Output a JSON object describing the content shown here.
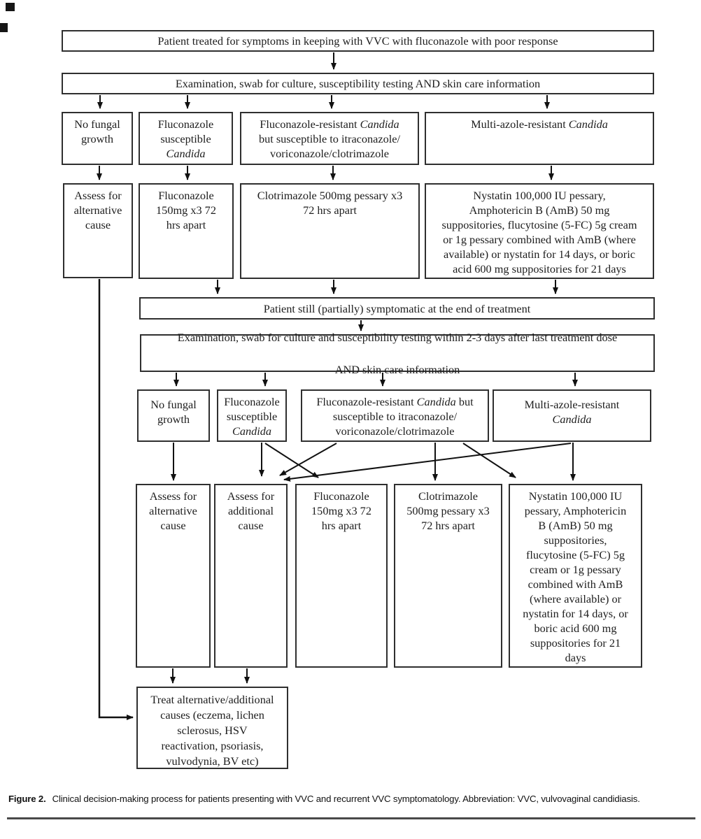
{
  "figure": {
    "type": "flowchart",
    "colors": {
      "background": "#ffffff",
      "box_border": "#2f2f2f",
      "text": "#1d1d1d",
      "arrow": "#111111",
      "bottom_rule": "#4a4a4a"
    },
    "nodes": {
      "start": {
        "lines": [
          [
            {
              "t": "Patient treated for symptoms in keeping with VVC with fluconazole with poor response"
            }
          ]
        ]
      },
      "exam1": {
        "lines": [
          [
            {
              "t": "Examination, swab for culture, susceptibility testing AND skin care information"
            }
          ]
        ]
      },
      "c1": {
        "lines": [
          [
            {
              "t": "No fungal"
            }
          ],
          [
            {
              "t": "growth"
            }
          ]
        ]
      },
      "c2": {
        "lines": [
          [
            {
              "t": "Fluconazole"
            }
          ],
          [
            {
              "t": "susceptible"
            }
          ],
          [
            {
              "t": "Candida",
              "i": true
            }
          ]
        ]
      },
      "c3": {
        "lines": [
          [
            {
              "t": "Fluconazole-resistant "
            },
            {
              "t": "Candida",
              "i": true
            }
          ],
          [
            {
              "t": "but susceptible to itraconazole/"
            }
          ],
          [
            {
              "t": "voriconazole/clotrimazole"
            }
          ]
        ]
      },
      "c4": {
        "lines": [
          [
            {
              "t": "Multi-azole-resistant "
            },
            {
              "t": "Candida",
              "i": true
            }
          ]
        ]
      },
      "d1": {
        "lines": [
          [
            {
              "t": "Assess for"
            }
          ],
          [
            {
              "t": "alternative"
            }
          ],
          [
            {
              "t": "cause"
            }
          ]
        ]
      },
      "d2": {
        "lines": [
          [
            {
              "t": "Fluconazole"
            }
          ],
          [
            {
              "t": "150mg x3 72"
            }
          ],
          [
            {
              "t": "hrs apart"
            }
          ]
        ]
      },
      "d3": {
        "lines": [
          [
            {
              "t": "Clotrimazole 500mg pessary x3"
            }
          ],
          [
            {
              "t": "72 hrs apart"
            }
          ]
        ]
      },
      "d4": {
        "lines": [
          [
            {
              "t": "Nystatin 100,000 IU pessary,"
            }
          ],
          [
            {
              "t": "Amphotericin B (AmB) 50 mg"
            }
          ],
          [
            {
              "t": "suppositories, flucytosine (5-FC) 5g cream"
            }
          ],
          [
            {
              "t": "or 1g pessary combined with AmB (where"
            }
          ],
          [
            {
              "t": "available) or nystatin for 14 days, or boric"
            }
          ],
          [
            {
              "t": "acid 600 mg suppositories for 21 days"
            }
          ]
        ]
      },
      "still": {
        "lines": [
          [
            {
              "t": "Patient still (partially) symptomatic at the end of treatment"
            }
          ]
        ]
      },
      "exam2": {
        "lines": [
          [
            {
              "t": "Examination, swab for culture and susceptibility testing within 2-3 days after last treatment dose"
            }
          ],
          [
            {
              "t": "AND skin care information"
            }
          ]
        ]
      },
      "g1": {
        "lines": [
          [
            {
              "t": "No fungal"
            }
          ],
          [
            {
              "t": "growth"
            }
          ]
        ]
      },
      "g2": {
        "lines": [
          [
            {
              "t": "Fluconazole"
            }
          ],
          [
            {
              "t": "susceptible"
            }
          ],
          [
            {
              "t": "Candida",
              "i": true
            }
          ]
        ]
      },
      "g3": {
        "lines": [
          [
            {
              "t": "Fluconazole-resistant "
            },
            {
              "t": "Candida",
              "i": true
            },
            {
              "t": " but"
            }
          ],
          [
            {
              "t": "susceptible to itraconazole/"
            }
          ],
          [
            {
              "t": "voriconazole/clotrimazole"
            }
          ]
        ]
      },
      "g4": {
        "lines": [
          [
            {
              "t": "Multi-azole-resistant"
            }
          ],
          [
            {
              "t": "Candida",
              "i": true
            }
          ]
        ]
      },
      "h1": {
        "lines": [
          [
            {
              "t": "Assess for"
            }
          ],
          [
            {
              "t": "alternative"
            }
          ],
          [
            {
              "t": "cause"
            }
          ]
        ]
      },
      "h2": {
        "lines": [
          [
            {
              "t": "Assess for"
            }
          ],
          [
            {
              "t": "additional"
            }
          ],
          [
            {
              "t": "cause"
            }
          ]
        ]
      },
      "h3": {
        "lines": [
          [
            {
              "t": "Fluconazole"
            }
          ],
          [
            {
              "t": "150mg x3 72"
            }
          ],
          [
            {
              "t": "hrs apart"
            }
          ]
        ]
      },
      "h4": {
        "lines": [
          [
            {
              "t": "Clotrimazole"
            }
          ],
          [
            {
              "t": "500mg pessary x3"
            }
          ],
          [
            {
              "t": "72 hrs apart"
            }
          ]
        ]
      },
      "h5": {
        "lines": [
          [
            {
              "t": "Nystatin 100,000 IU"
            }
          ],
          [
            {
              "t": "pessary, Amphotericin"
            }
          ],
          [
            {
              "t": "B (AmB) 50 mg"
            }
          ],
          [
            {
              "t": "suppositories,"
            }
          ],
          [
            {
              "t": "flucytosine (5-FC) 5g"
            }
          ],
          [
            {
              "t": "cream or 1g pessary"
            }
          ],
          [
            {
              "t": "combined with AmB"
            }
          ],
          [
            {
              "t": "(where available) or"
            }
          ],
          [
            {
              "t": "nystatin for 14 days, or"
            }
          ],
          [
            {
              "t": "boric acid 600 mg"
            }
          ],
          [
            {
              "t": "suppositories for 21"
            }
          ],
          [
            {
              "t": "days"
            }
          ]
        ]
      },
      "treat": {
        "lines": [
          [
            {
              "t": "Treat alternative/additional"
            }
          ],
          [
            {
              "t": "causes (eczema, lichen"
            }
          ],
          [
            {
              "t": "sclerosus, HSV"
            }
          ],
          [
            {
              "t": "reactivation, psoriasis,"
            }
          ],
          [
            {
              "t": "vulvodynia, BV etc)"
            }
          ]
        ]
      }
    },
    "edges": [
      {
        "from": "start",
        "to": "exam1"
      },
      {
        "from": "exam1",
        "to": "c1"
      },
      {
        "from": "exam1",
        "to": "c2"
      },
      {
        "from": "exam1",
        "to": "c3"
      },
      {
        "from": "exam1",
        "to": "c4"
      },
      {
        "from": "c1",
        "to": "d1"
      },
      {
        "from": "c2",
        "to": "d2"
      },
      {
        "from": "c3",
        "to": "d3"
      },
      {
        "from": "c4",
        "to": "d4"
      },
      {
        "from": "d2",
        "to": "still"
      },
      {
        "from": "d3",
        "to": "still"
      },
      {
        "from": "d4",
        "to": "still"
      },
      {
        "from": "still",
        "to": "exam2"
      },
      {
        "from": "exam2",
        "to": "g1"
      },
      {
        "from": "exam2",
        "to": "g2"
      },
      {
        "from": "exam2",
        "to": "g3"
      },
      {
        "from": "exam2",
        "to": "g4"
      },
      {
        "from": "g1",
        "to": "h1"
      },
      {
        "from": "g2",
        "to": "h2"
      },
      {
        "from": "g2",
        "to": "h3"
      },
      {
        "from": "g3",
        "to": "h2"
      },
      {
        "from": "g3",
        "to": "h4"
      },
      {
        "from": "g3",
        "to": "h5"
      },
      {
        "from": "g4",
        "to": "h5"
      },
      {
        "from": "g4",
        "to": "h2"
      },
      {
        "from": "h1",
        "to": "treat"
      },
      {
        "from": "h2",
        "to": "treat"
      },
      {
        "from": "d1",
        "to": "treat"
      }
    ]
  },
  "caption": {
    "label": "Figure 2.",
    "text": "Clinical decision-making process for patients presenting with VVC and recurrent VVC symptomatology. Abbreviation: VVC, vulvovaginal candidiasis."
  }
}
